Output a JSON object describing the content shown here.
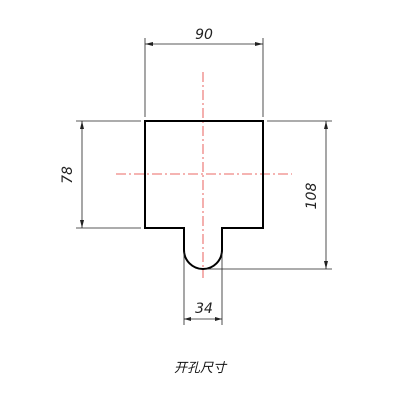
{
  "drawing": {
    "dimensions": {
      "width": "90",
      "height_rect": "78",
      "height_total": "108",
      "tab_width": "34"
    },
    "caption": "开孔尺寸",
    "colors": {
      "outline": "#000000",
      "dimension_line": "#222222",
      "center_line": "#e53935"
    }
  }
}
